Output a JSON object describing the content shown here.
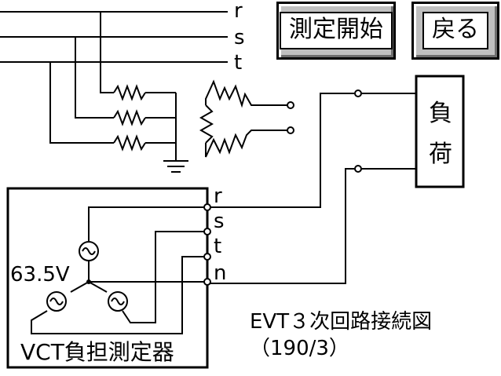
{
  "buttons": {
    "start_label": "測定開始",
    "back_label": "戻る"
  },
  "phase_labels": {
    "r": "r",
    "s": "s",
    "t": "t"
  },
  "terminal_labels": {
    "r": "r",
    "s": "s",
    "t": "t",
    "n": "n"
  },
  "load_box": {
    "char1": "負",
    "char2": "荷"
  },
  "meter": {
    "voltage_label": "63.5V",
    "title": "VCT負担測定器"
  },
  "diagram_caption": {
    "title": "EVT３次回路接続図",
    "ratio": "（190/3）"
  }
}
